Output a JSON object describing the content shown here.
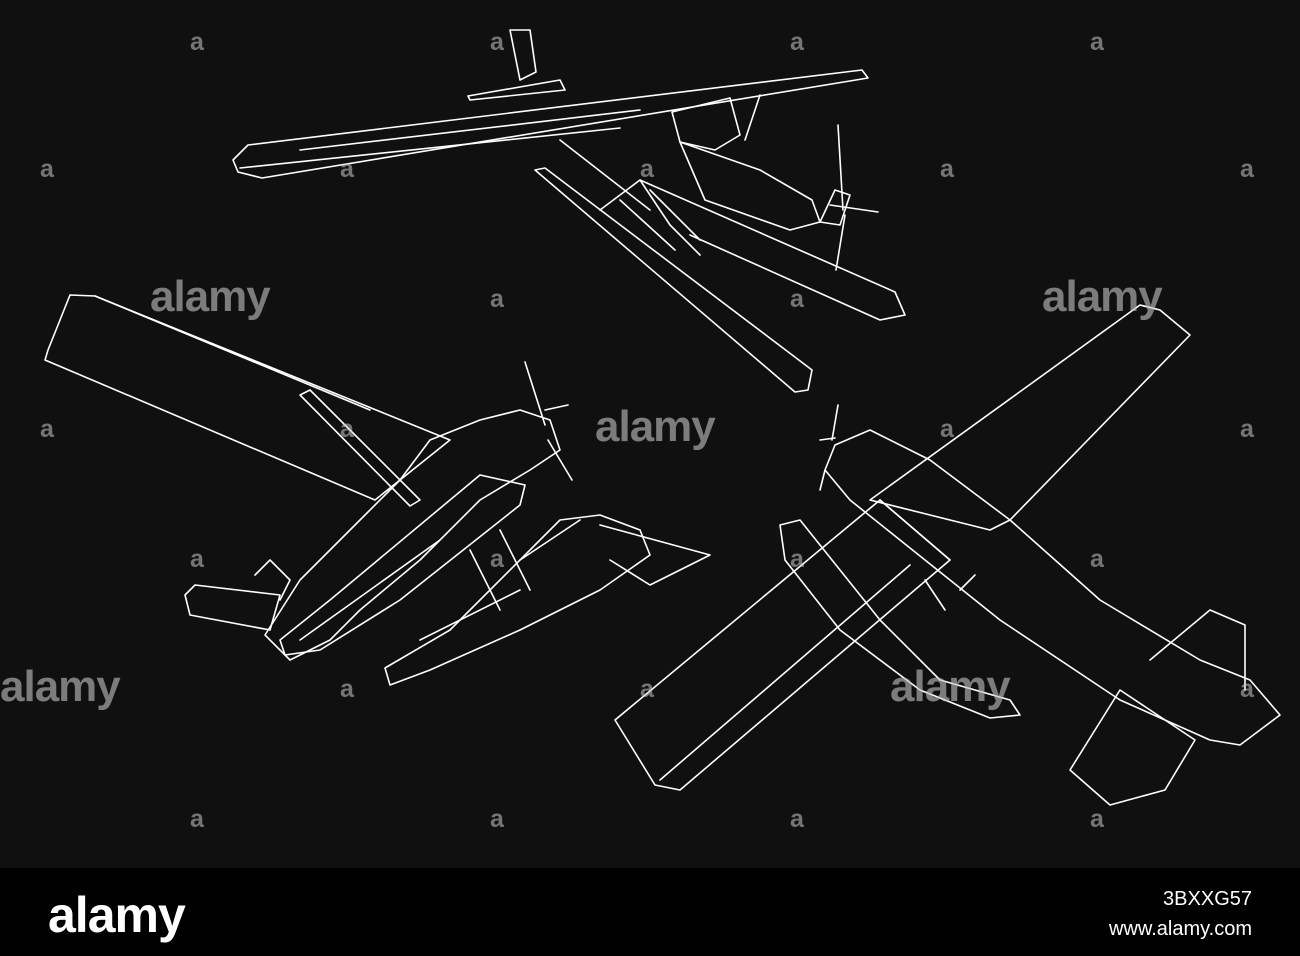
{
  "watermark": {
    "big_text": "alamy",
    "small_text": "a"
  },
  "footer": {
    "logo": "alamy",
    "image_id": "3BXXG57",
    "url": "www.alamy.com"
  },
  "colors": {
    "background": "#101010",
    "line": "#ffffff",
    "footer": "#000000"
  }
}
